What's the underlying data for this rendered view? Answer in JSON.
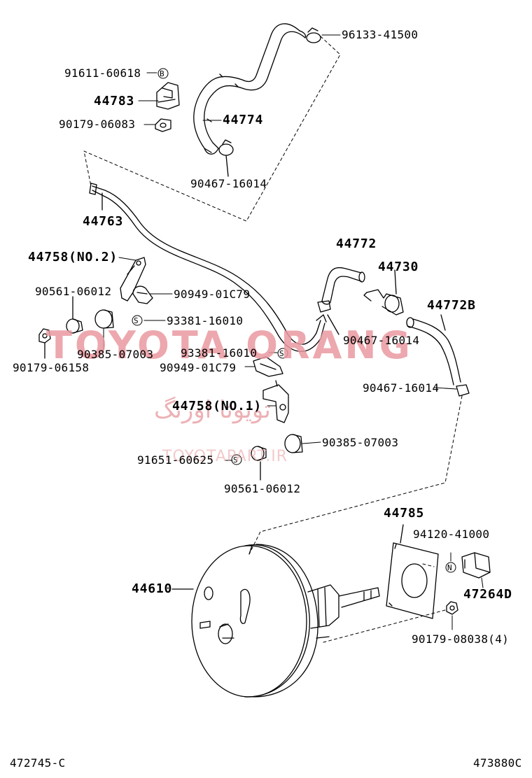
{
  "callouts": {
    "p96133": "96133-41500",
    "p91611": "91611-60618",
    "p44783": "44783",
    "p90179a": "90179-06083",
    "p44774": "44774",
    "p90467a": "90467-16014",
    "p44763": "44763",
    "p44758no2": "44758(NO.2)",
    "p90561a": "90561-06012",
    "p90949a": "90949-01C79",
    "p93381a": "93381-16010",
    "p90385a": "90385-07003",
    "p90179b": "90179-06158",
    "p44772": "44772",
    "p44730": "44730",
    "p44772b": "44772B",
    "p90467b": "90467-16014",
    "p93381b": "93381-16010",
    "p90949b": "90949-01C79",
    "p90467c": "90467-16014",
    "p44758no1": "44758(NO.1)",
    "p90385b": "90385-07003",
    "p91651": "91651-60625",
    "p90561b": "90561-06012",
    "p44785": "44785",
    "p94120": "94120-41000",
    "p44610": "44610",
    "p47264d": "47264D",
    "p90179c": "90179-08038(4)"
  },
  "markers": {
    "b": "B",
    "s": "S",
    "n": "N"
  },
  "footer": {
    "left": "472745-C",
    "right": "473880C"
  },
  "watermark": {
    "latin": "TOYOTA ORANG",
    "farsi": "تویوتا اورنگ",
    "site": "TOYOTAPART.IR"
  },
  "colors": {
    "ink": "#000000",
    "watermark": "#e99aa0"
  }
}
